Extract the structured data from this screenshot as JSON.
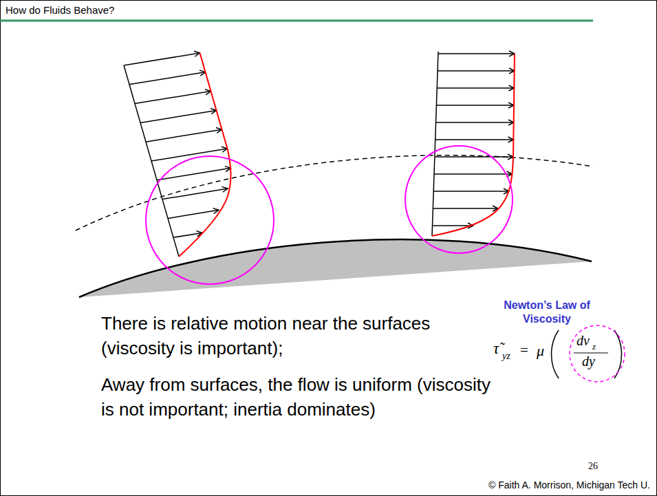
{
  "diagram": {
    "title": "How do Fluids Behave?",
    "labels": [
      "Newton’s Law of Viscosity",
      "There is relative motion near the surfaces (viscosity is important);",
      "Away from surfaces, the flow is uniform (viscosity is not important; inertia dominates)",
      "τ̃",
      "yz",
      "=",
      "μ",
      "dv",
      "z",
      "dy",
      "26",
      "© Faith A. Morrison, Michigan Tech U."
    ]
  }
}
